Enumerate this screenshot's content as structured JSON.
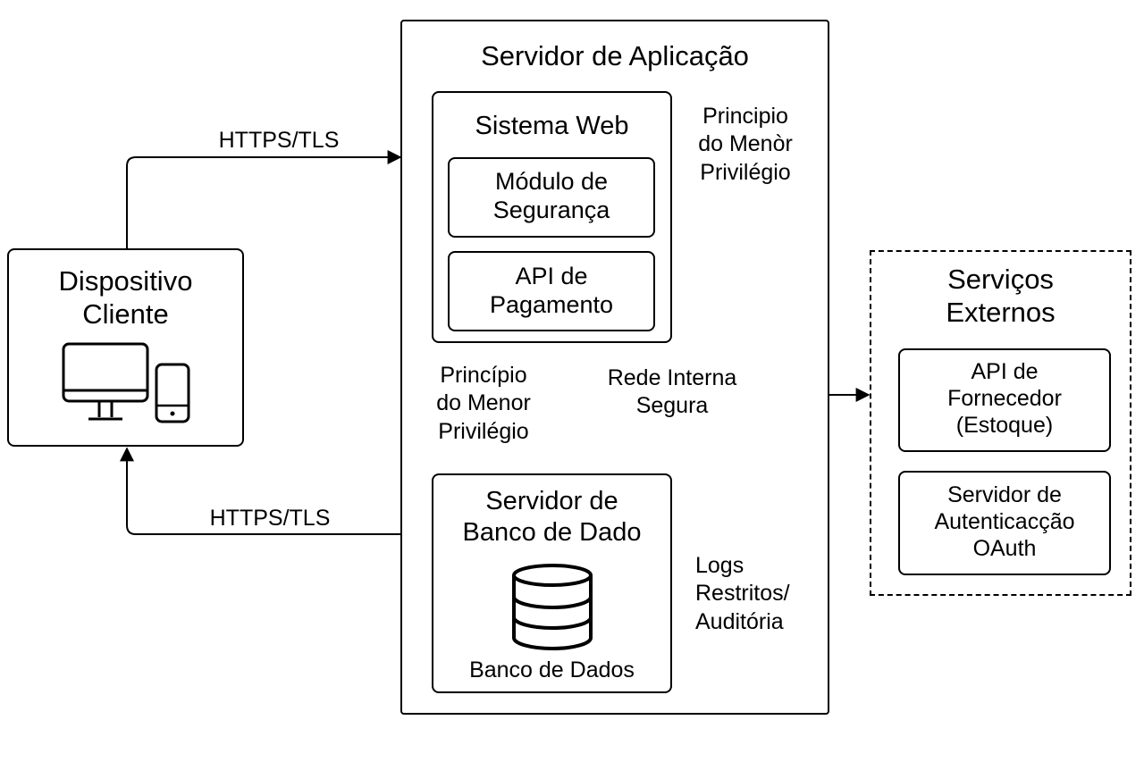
{
  "client": {
    "title": "Dispositivo\nCliente"
  },
  "app_server": {
    "title": "Servidor de Aplicação",
    "web_system": {
      "title": "Sistema Web",
      "security_module": "Módulo de\nSegurança",
      "payment_api": "API de\nPagamento"
    },
    "db_server": {
      "title": "Servidor de\nBanco de Dado",
      "db_caption": "Banco de Dados"
    }
  },
  "external": {
    "title": "Serviços\nExternos",
    "supplier_api": "API de\nFornecedor\n(Estoque)",
    "auth_server": "Servidor de\nAutenticacção\nOAuth"
  },
  "labels": {
    "https_top": "HTTPS/TLS",
    "https_bottom": "HTTPS/TLS",
    "least_privilege_right": "Principio\ndo Menòr\nPrivilégio",
    "least_privilege_left": "Princípio\ndo Menor\nPrivilégio",
    "internal_network": "Rede Interna\nSegura",
    "logs": "Logs\nRestritos/\nAuditória"
  },
  "icons": [
    "monitor-icon",
    "smartphone-icon",
    "database-icon"
  ],
  "colors": {
    "stroke": "#000000",
    "background": "#ffffff"
  }
}
